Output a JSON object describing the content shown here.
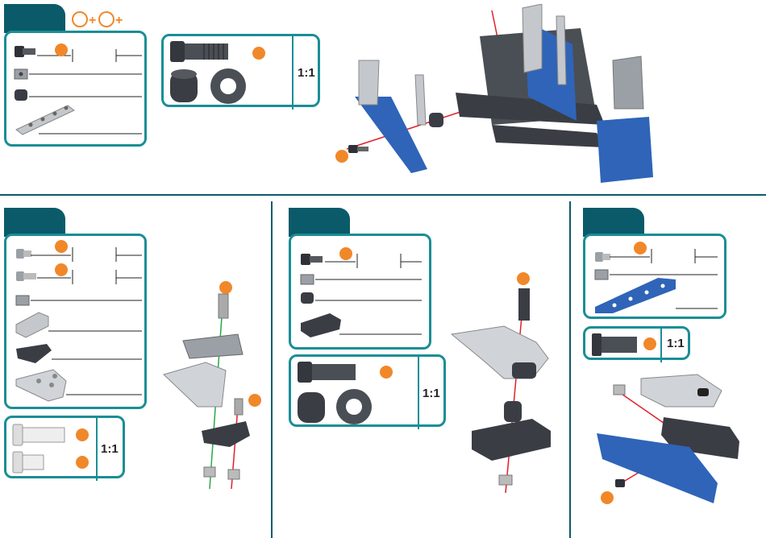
{
  "colors": {
    "teal_frame": "#1a8e96",
    "tab_fill": "#0b5a6a",
    "orange_marker": "#f0882a",
    "blue_part": "#2f64b8",
    "dark_part": "#3a3d44",
    "silver_part": "#b8bcc2",
    "divider": "#0b5a6a",
    "assembly_line_red": "#e0202a",
    "assembly_line_green": "#2aa84a"
  },
  "scale_labels": {
    "step1": "1:1",
    "step2": "1:1",
    "step3": "1:1",
    "step4": "1:1"
  },
  "icons": [
    "orange-marker-icon",
    "bolt-icon",
    "square-nut-icon",
    "spacer-icon",
    "washer-icon",
    "strip-icon",
    "plate-icon",
    "bracket-icon"
  ]
}
